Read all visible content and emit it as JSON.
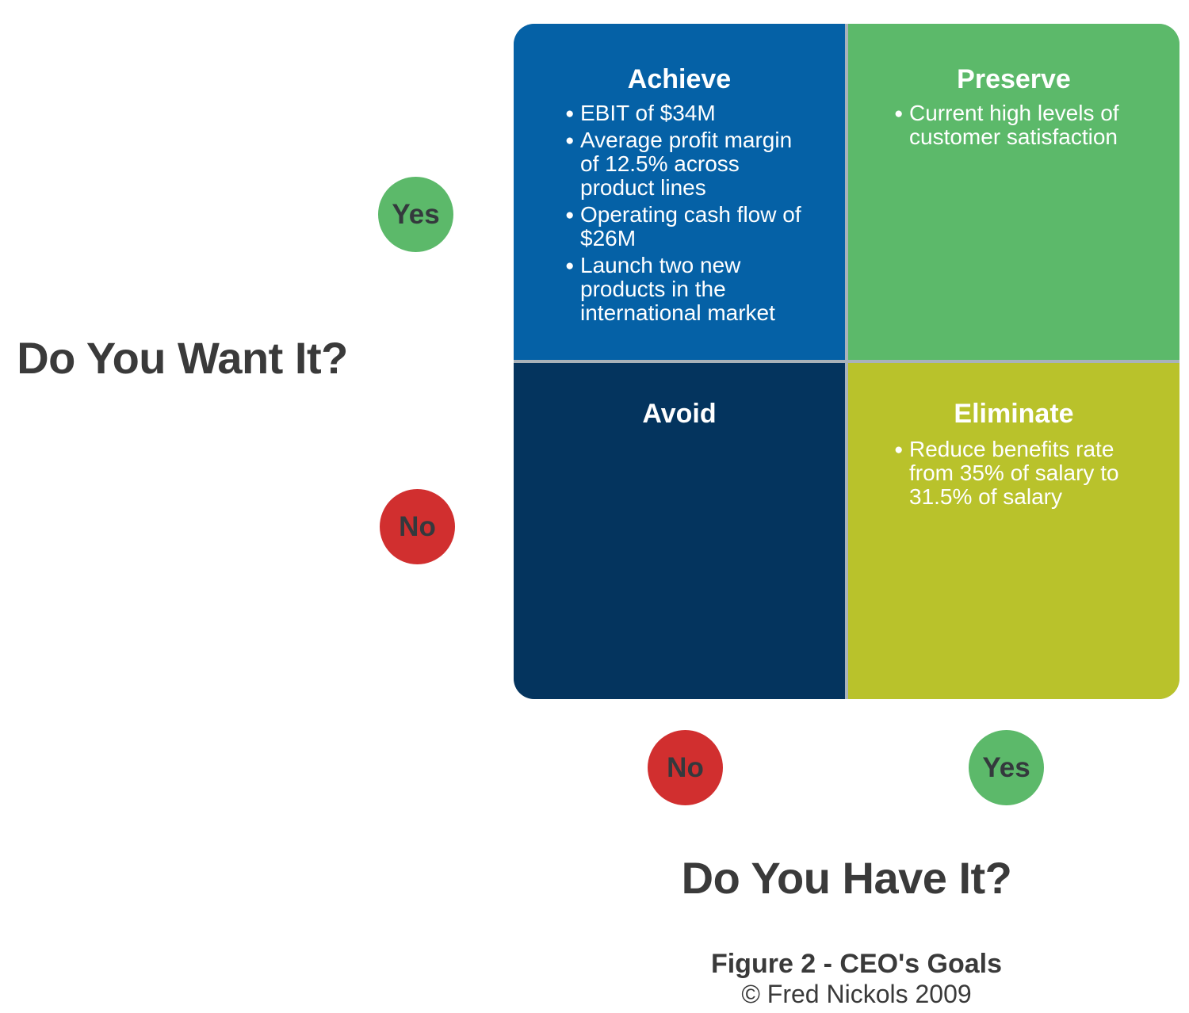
{
  "figure": {
    "caption_title": "Figure 2 - CEO's Goals",
    "caption_credit": "© Fred Nickols 2009"
  },
  "axes": {
    "want": {
      "label": "Do You Want It?",
      "yes": "Yes",
      "no": "No"
    },
    "have": {
      "label": "Do You Have It?",
      "no": "No",
      "yes": "Yes"
    }
  },
  "quadrants": {
    "achieve": {
      "title": "Achieve",
      "bullets": [
        "EBIT of $34M",
        "Average profit margin of 12.5% across product lines",
        "Operating cash flow of $26M",
        "Launch two new products in the international market"
      ]
    },
    "preserve": {
      "title": "Preserve",
      "bullets": [
        "Current high levels of customer satisfaction"
      ]
    },
    "avoid": {
      "title": "Avoid",
      "bullets": []
    },
    "eliminate": {
      "title": "Eliminate",
      "bullets": [
        "Reduce benefits rate from 35% of salary to 31.5% of salary"
      ]
    }
  },
  "icons": {
    "bullet": "●"
  },
  "colors": {
    "achieve_bg": "#0561a6",
    "preserve_bg": "#5cb96a",
    "avoid_bg": "#04345e",
    "eliminate_bg": "#b9c22b",
    "yes_bg": "#5cb96a",
    "no_bg": "#d12f2f",
    "gap_color": "#a9b2ba",
    "label_color": "#3a3a3a",
    "badge_text": "#34393d",
    "quad_text": "#ffffff"
  }
}
